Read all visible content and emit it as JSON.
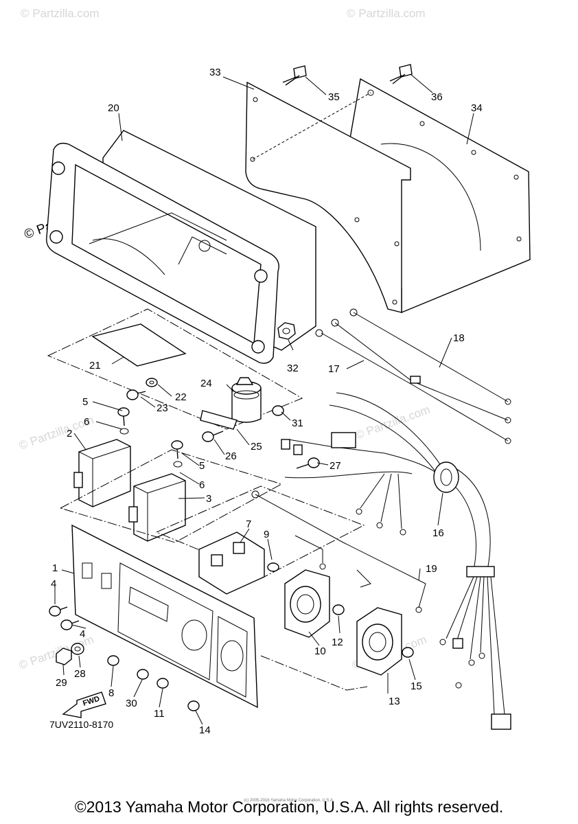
{
  "watermark": {
    "main_text": "© Partzilla.com",
    "faint_text": "© Partzilla.com"
  },
  "diagram_code": "7UV2110-8170",
  "copyright": "©2013 Yamaha Motor Corporation, U.S.A. All rights reserved.",
  "small_note": "(c) 2005-2016 Yamaha Motor Corporation, U.S.A.",
  "fwd_label": "FWD",
  "part_numbers": {
    "p1": "1",
    "p2": "2",
    "p3": "3",
    "p4a": "4",
    "p4b": "4",
    "p5a": "5",
    "p5b": "5",
    "p6a": "6",
    "p6b": "6",
    "p7": "7",
    "p8": "8",
    "p9": "9",
    "p10": "10",
    "p11": "11",
    "p12": "12",
    "p13": "13",
    "p14": "14",
    "p15": "15",
    "p16": "16",
    "p17": "17",
    "p18": "18",
    "p19": "19",
    "p20": "20",
    "p21": "21",
    "p22": "22",
    "p23": "23",
    "p24": "24",
    "p25": "25",
    "p26": "26",
    "p27": "27",
    "p28": "28",
    "p29": "29",
    "p30": "30",
    "p31": "31",
    "p32": "32",
    "p33": "33",
    "p34": "34",
    "p35": "35",
    "p36": "36"
  }
}
